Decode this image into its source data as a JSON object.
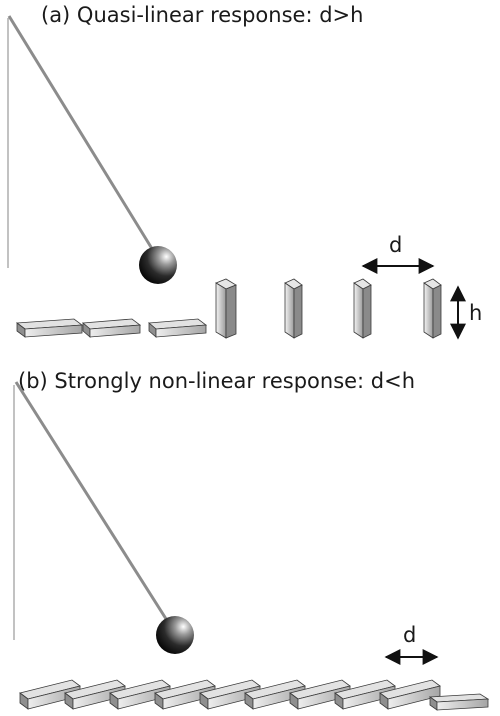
{
  "panel_a": {
    "caption": "(a) Quasi-linear response: d>h",
    "spacing_label": "d",
    "height_label": "h"
  },
  "panel_b": {
    "caption": "(b) Strongly non-linear response: d<h",
    "spacing_label": "d"
  },
  "colors": {
    "string": "#8c8c8c",
    "block_top": "#e6e6e6",
    "block_side": "#9e9e9e",
    "block_outline": "#3a3a3a",
    "arrow": "#111111"
  }
}
